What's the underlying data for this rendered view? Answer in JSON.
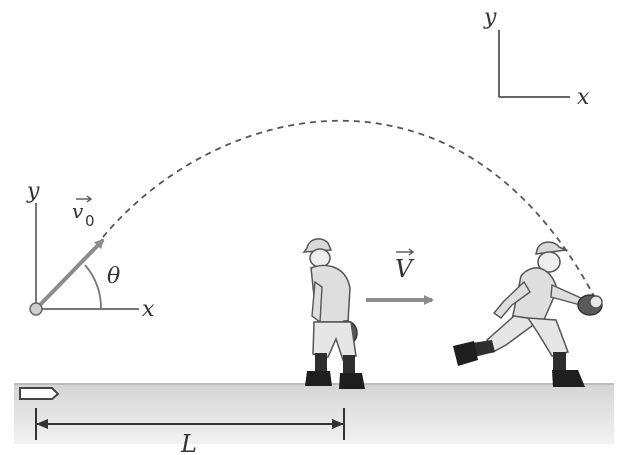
{
  "frame_axes": {
    "x_label": "x",
    "y_label": "y"
  },
  "launch": {
    "velocity_label": "v",
    "velocity_subscript": "0",
    "angle_label": "θ",
    "x_label": "x",
    "y_label": "y"
  },
  "player_velocity": {
    "label": "V"
  },
  "distance": {
    "label": "L"
  },
  "colors": {
    "ground": "#c9c9c9",
    "arrow": "#8c8c8c",
    "axis": "#666666",
    "trajectory": "#555555",
    "text": "#333333"
  }
}
